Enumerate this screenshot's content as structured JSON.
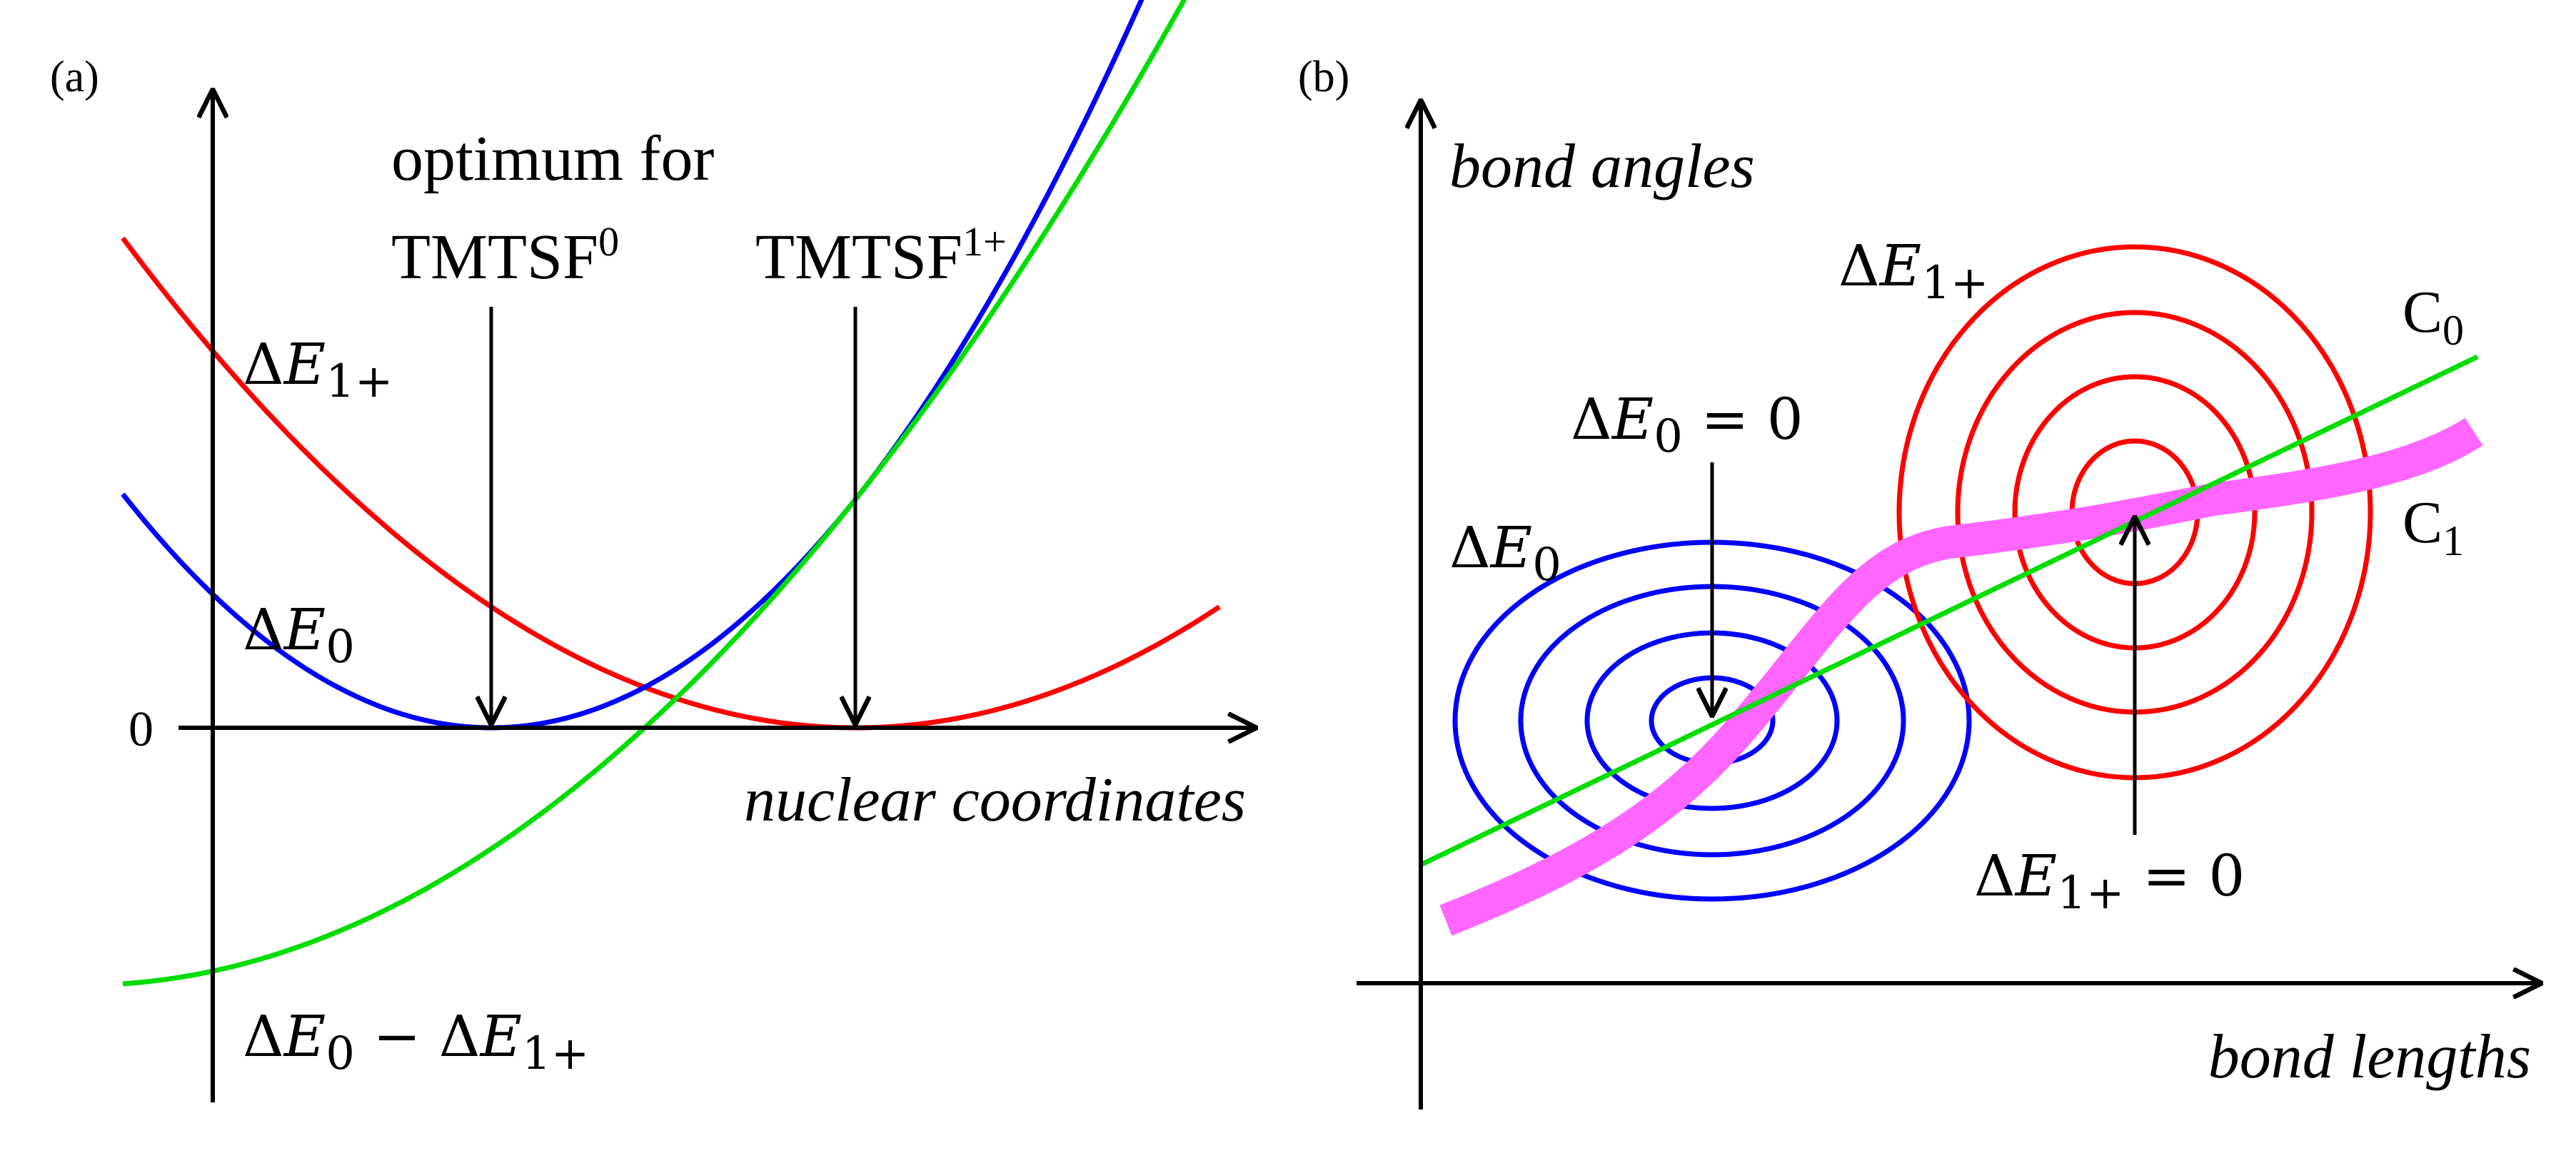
{
  "panel_a": {
    "label": "(a)",
    "zero_tick": "0",
    "x_axis_label": "nuclear coordinates",
    "optimum_line1": "optimum for",
    "tmtsf0_base": "TMTSF",
    "tmtsf0_sup": "0",
    "tmtsf1_base": "TMTSF",
    "tmtsf1_sup": "1+",
    "curve_e1": {
      "delta": "Δ",
      "var": "E",
      "sub": "1+",
      "color": "#ff0000"
    },
    "curve_e0": {
      "delta": "Δ",
      "var": "E",
      "sub": "0",
      "color": "#0000ff"
    },
    "curve_diff": {
      "delta": "Δ",
      "var": "E",
      "sub": "0",
      "op": " − Δ",
      "var2": "E",
      "sub2": "1+",
      "color": "#00dd00"
    }
  },
  "panel_b": {
    "label": "(b)",
    "y_axis_label": "bond angles",
    "x_axis_label": "bond lengths",
    "e1_label": {
      "delta": "Δ",
      "var": "E",
      "sub": "1+"
    },
    "e0_label": {
      "delta": "Δ",
      "var": "E",
      "sub": "0"
    },
    "e0_zero": {
      "delta": "Δ",
      "var": "E",
      "sub": "0",
      "rest": " = 0"
    },
    "e1_zero": {
      "delta": "Δ",
      "var": "E",
      "sub": "1+",
      "rest": " = 0"
    },
    "c0": {
      "base": "C",
      "sub": "0",
      "color": "#00dd00"
    },
    "c1": {
      "base": "C",
      "sub": "1",
      "color": "#ff66ff"
    },
    "contour_e0_color": "#0000ff",
    "contour_e1_color": "#ff0000"
  }
}
